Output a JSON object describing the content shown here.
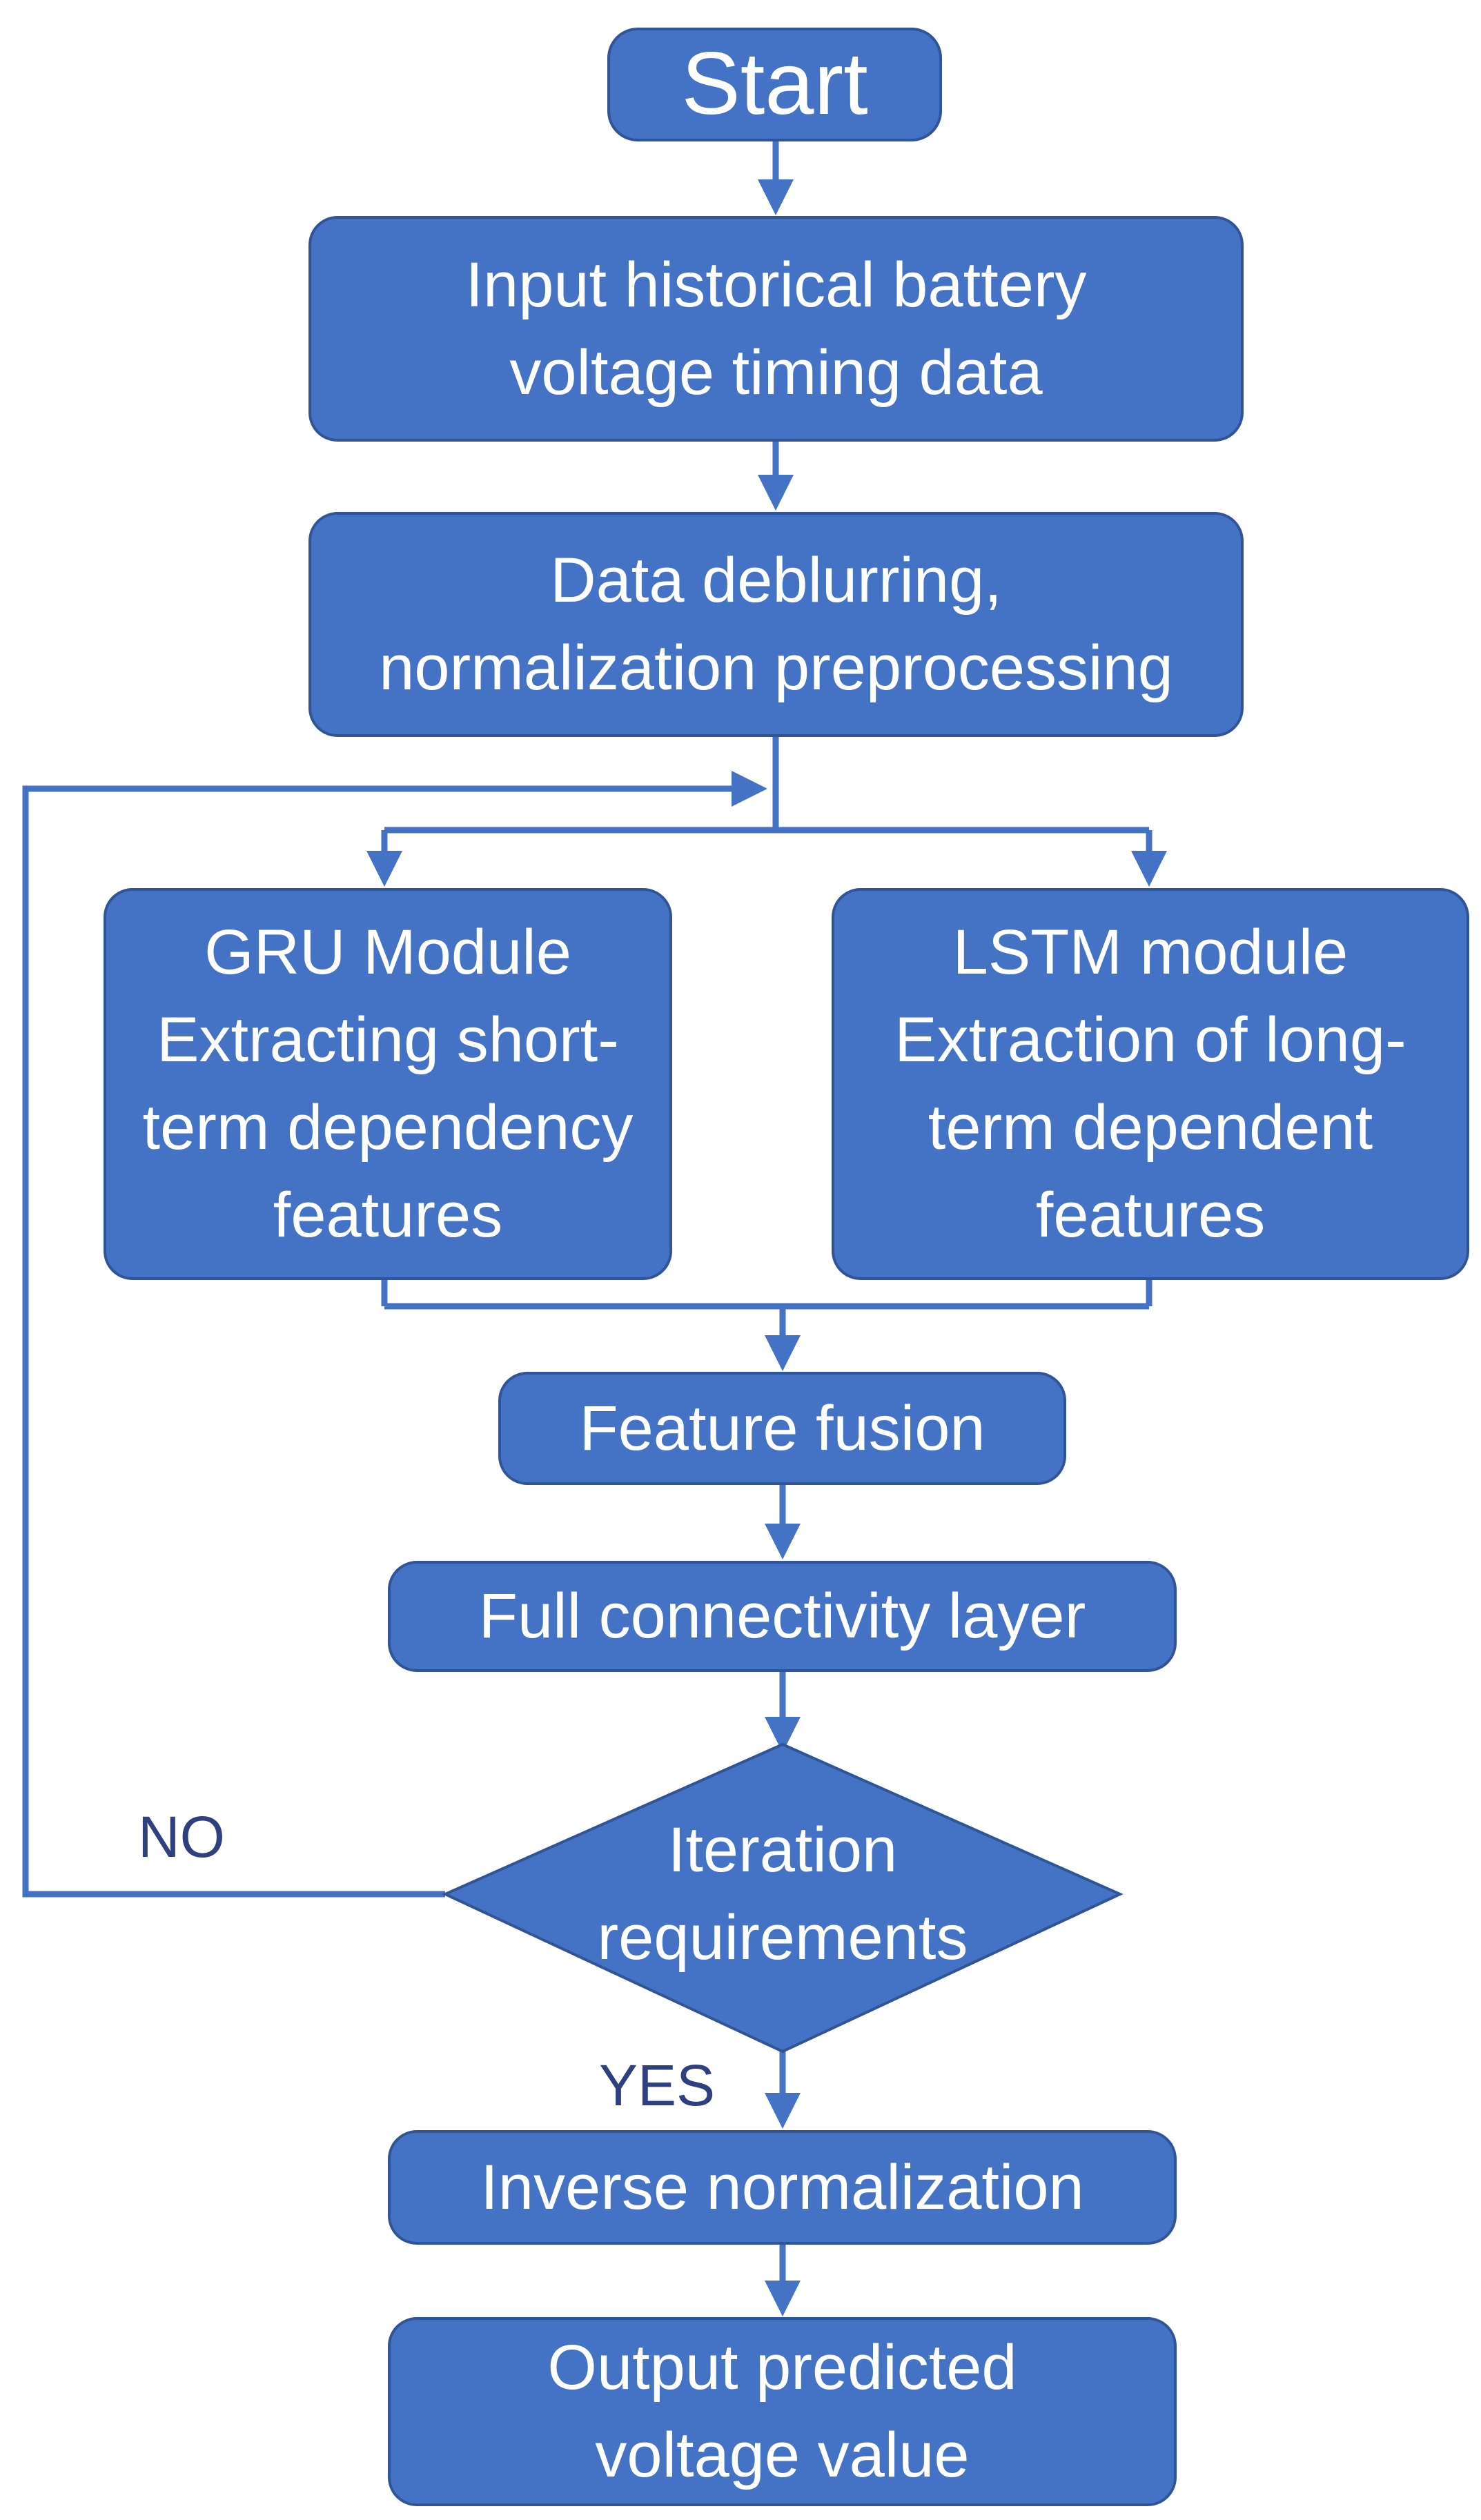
{
  "nodes": {
    "start": {
      "lines": [
        "Start"
      ]
    },
    "input": {
      "lines": [
        "Input historical battery",
        "voltage timing data"
      ]
    },
    "preprocess": {
      "lines": [
        "Data deblurring,",
        "normalization preprocessing"
      ]
    },
    "gru": {
      "lines": [
        "GRU Module",
        "Extracting short-",
        "term dependency",
        "features"
      ]
    },
    "lstm": {
      "lines": [
        "LSTM module",
        "Extraction of long-",
        "term dependent",
        "features"
      ]
    },
    "fusion": {
      "lines": [
        "Feature fusion"
      ]
    },
    "fc": {
      "lines": [
        "Full connectivity layer"
      ]
    },
    "decision": {
      "lines": [
        "Iteration",
        "requirements"
      ]
    },
    "inverse": {
      "lines": [
        "Inverse normalization"
      ]
    },
    "output": {
      "lines": [
        "Output predicted",
        "voltage value"
      ]
    }
  },
  "branch_labels": {
    "no": "NO",
    "yes": "YES"
  },
  "colors": {
    "fill": "#4472c4",
    "border": "#2f5597",
    "connector": "#4472c4",
    "label": "#2f3f80",
    "text": "#ffffff"
  }
}
